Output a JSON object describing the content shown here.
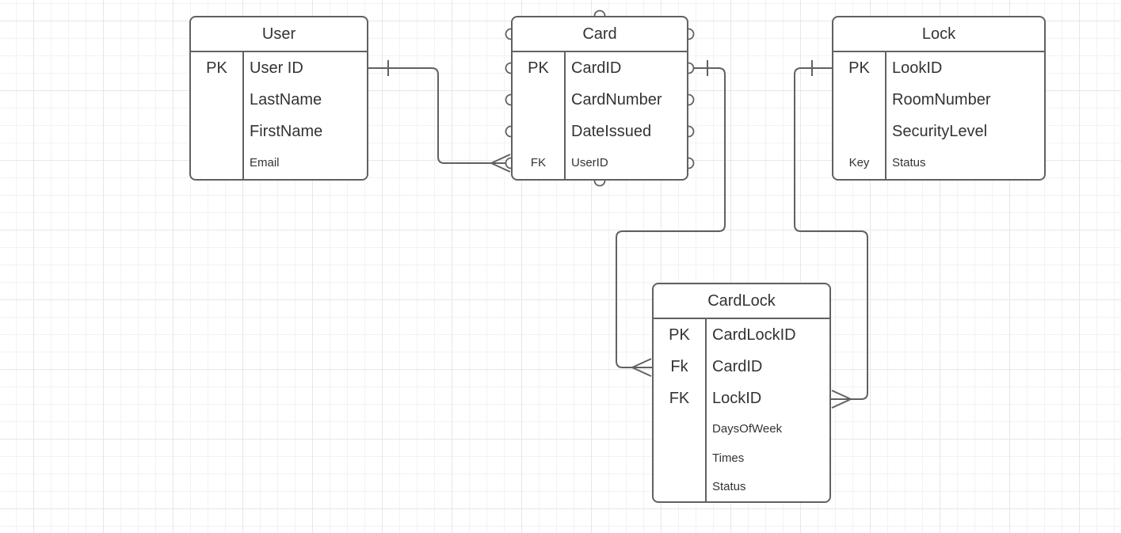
{
  "diagram": {
    "type": "entity-relationship",
    "colors": {
      "stroke": "#616161",
      "text": "#333333",
      "entity_fill": "#ffffff",
      "grid_minor": "#f2f2f2",
      "grid_major": "#e7e7e7",
      "canvas": "#ffffff"
    },
    "entities": [
      {
        "title": "User",
        "fields": [
          {
            "key": "PK",
            "name": "User ID"
          },
          {
            "key": "",
            "name": "LastName"
          },
          {
            "key": "",
            "name": "FirstName"
          },
          {
            "key": "",
            "name": "Email"
          }
        ]
      },
      {
        "title": "Card",
        "fields": [
          {
            "key": "PK",
            "name": "CardID"
          },
          {
            "key": "",
            "name": "CardNumber"
          },
          {
            "key": "",
            "name": "DateIssued"
          },
          {
            "key": "FK",
            "name": "UserID"
          }
        ]
      },
      {
        "title": "Lock",
        "fields": [
          {
            "key": "PK",
            "name": "LookID"
          },
          {
            "key": "",
            "name": "RoomNumber"
          },
          {
            "key": "",
            "name": "SecurityLevel"
          },
          {
            "key": "Key",
            "name": "Status"
          }
        ]
      },
      {
        "title": "CardLock",
        "fields": [
          {
            "key": "PK",
            "name": "CardLockID"
          },
          {
            "key": "Fk",
            "name": "CardID"
          },
          {
            "key": "FK",
            "name": "LockID"
          },
          {
            "key": "",
            "name": "DaysOfWeek"
          },
          {
            "key": "",
            "name": "Times"
          },
          {
            "key": "",
            "name": "Status"
          }
        ]
      }
    ],
    "relationships": [
      {
        "from": "User.User ID",
        "to": "Card.UserID",
        "from_end": "one",
        "to_end": "many"
      },
      {
        "from": "Card.CardID",
        "to": "CardLock.CardID",
        "from_end": "one",
        "to_end": "many"
      },
      {
        "from": "Lock.LookID",
        "to": "CardLock.LockID",
        "from_end": "one",
        "to_end": "many"
      }
    ]
  }
}
